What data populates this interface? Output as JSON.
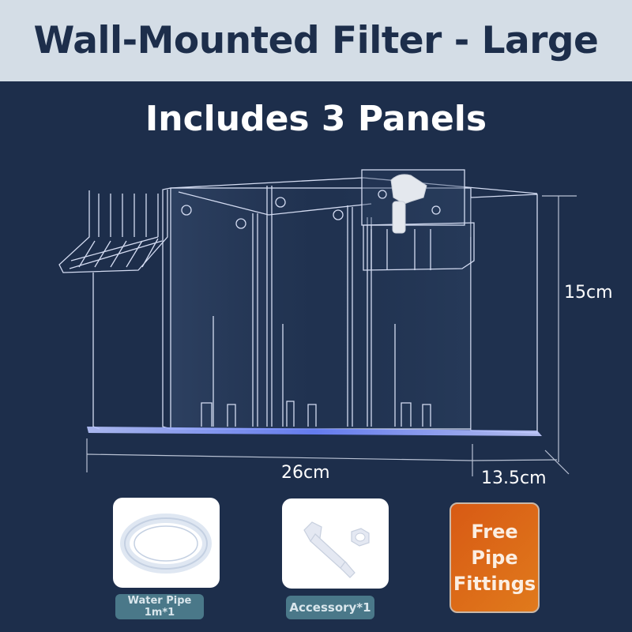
{
  "header": {
    "title": "Wall-Mounted Filter - Large"
  },
  "subtitle": "Includes 3 Panels",
  "product": {
    "name": "wall-mounted-filter-box",
    "dimensions": {
      "height": "15cm",
      "width": "26cm",
      "depth": "13.5cm"
    }
  },
  "accessories": [
    {
      "name": "water-pipe",
      "label_line1": "Water Pipe",
      "label_line2": "1m*1"
    },
    {
      "name": "accessory",
      "label": "Accessory*1"
    }
  ],
  "badge": {
    "line1": "Free",
    "line2": "Pipe",
    "line3": "Fittings",
    "color": "#d85a14"
  },
  "colors": {
    "background": "#1d2e4b",
    "header_band": "#d4dde6",
    "title_text": "#1d2e4b",
    "chip": "#4a7889"
  }
}
